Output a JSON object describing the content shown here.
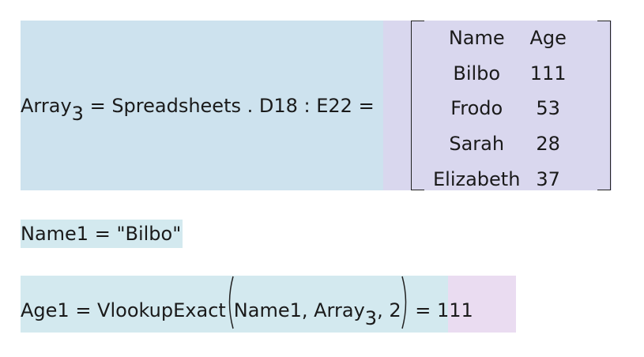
{
  "array_def": {
    "name": "Array",
    "subscript": "3",
    "equals": "=",
    "source": "Spreadsheets . D18 : E22",
    "equals2": "=",
    "matrix": {
      "header": [
        "Name",
        "Age"
      ],
      "rows": [
        [
          "Bilbo",
          "111"
        ],
        [
          "Frodo",
          "53"
        ],
        [
          "Sarah",
          "28"
        ],
        [
          "Elizabeth",
          "37"
        ]
      ]
    }
  },
  "name_def": {
    "text": "Name1 = \"Bilbo\""
  },
  "age_def": {
    "lhs": "Age1 = VlookupExact",
    "arg1": "Name1, Array",
    "arg_sub": "3",
    "arg2": ", 2",
    "result": "= 111"
  }
}
